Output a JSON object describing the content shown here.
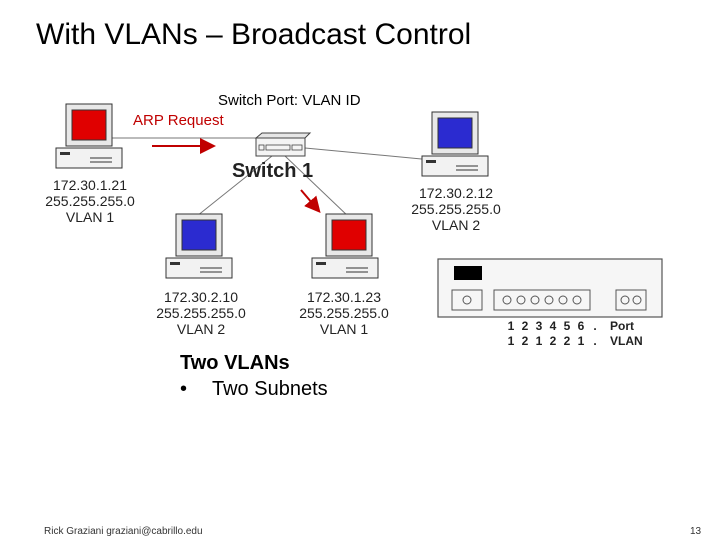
{
  "title": "With VLANs – Broadcast Control",
  "labels": {
    "switch_port_heading": "Switch Port: VLAN ID",
    "arp_request": "ARP Request",
    "switch_name": "Switch 1"
  },
  "hosts": [
    {
      "ip": "172.30.1.21",
      "mask": "255.255.255.0",
      "vlan": "VLAN 1",
      "screen_color": "#e00000"
    },
    {
      "ip": "172.30.2.12",
      "mask": "255.255.255.0",
      "vlan": "VLAN 2",
      "screen_color": "#2b2bd0"
    },
    {
      "ip": "172.30.2.10",
      "mask": "255.255.255.0",
      "vlan": "VLAN 2",
      "screen_color": "#2b2bd0"
    },
    {
      "ip": "172.30.1.23",
      "mask": "255.255.255.0",
      "vlan": "VLAN 1",
      "screen_color": "#e00000"
    }
  ],
  "port_table": {
    "ports": [
      "1",
      "2",
      "3",
      "4",
      "5",
      "6",
      "."
    ],
    "vlans": [
      "1",
      "2",
      "1",
      "2",
      "2",
      "1",
      "."
    ],
    "port_label": "Port",
    "vlan_label": "VLAN"
  },
  "bullets": {
    "heading": "Two VLANs",
    "items": [
      "Two Subnets"
    ]
  },
  "footer": {
    "author": "Rick Graziani graziani@cabrillo.edu",
    "page": "13"
  },
  "colors": {
    "vlan1": "#e00000",
    "vlan2": "#2b2bd0",
    "arrow": "#c00000"
  }
}
